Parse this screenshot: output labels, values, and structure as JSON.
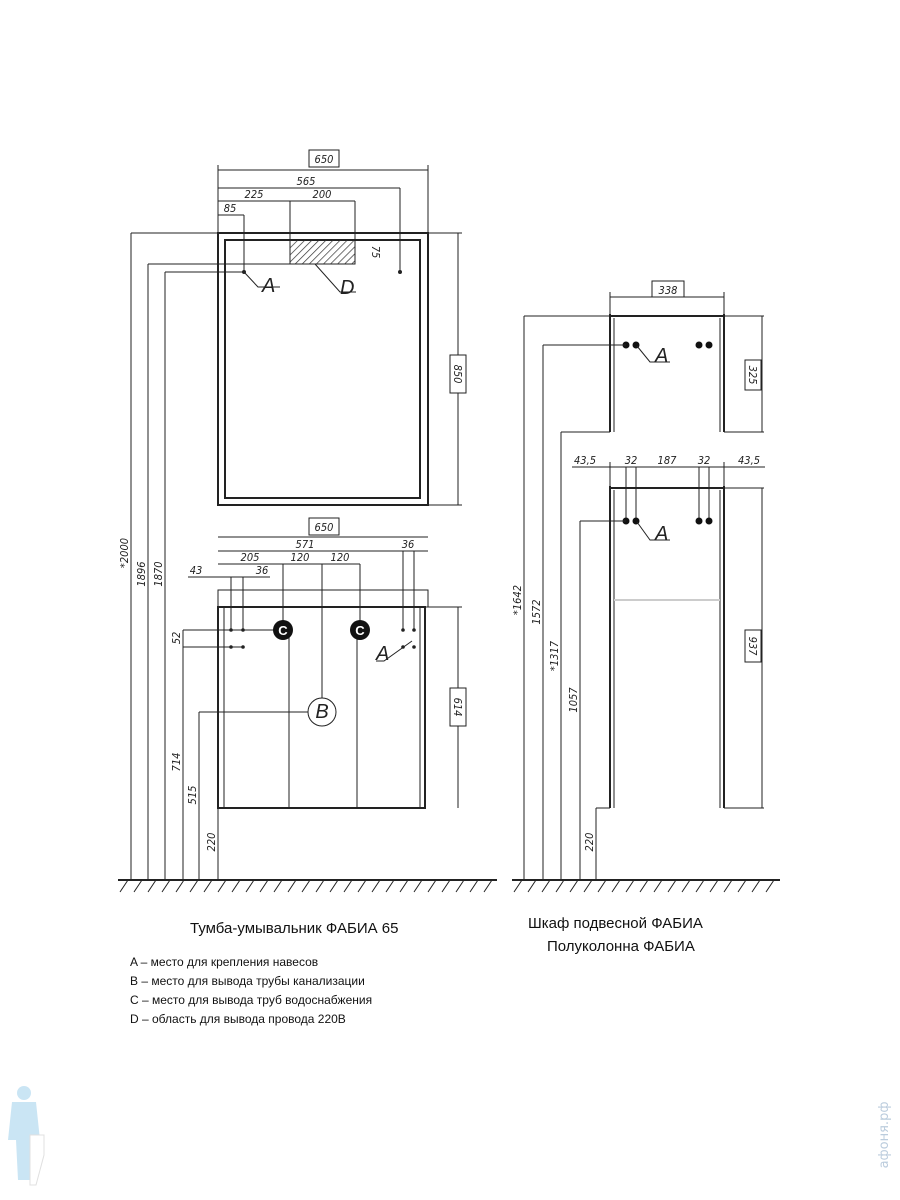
{
  "mirror": {
    "width": "650",
    "dims": [
      "565",
      "225",
      "200",
      "85"
    ],
    "height": "850",
    "wire_height": "75",
    "label_a": "A",
    "label_d": "D"
  },
  "vanity": {
    "width": "650",
    "dims": [
      "571",
      "36",
      "205",
      "120",
      "120",
      "43",
      "36"
    ],
    "height": "614",
    "label_a": "A",
    "label_b": "B",
    "label_c": "C",
    "heights": [
      "*2000",
      "1896",
      "1870",
      "52",
      "714",
      "515",
      "220"
    ]
  },
  "wall_cabinet": {
    "width": "338",
    "height": "325",
    "label_a": "A"
  },
  "half_column": {
    "dims": [
      "43,5",
      "32",
      "187",
      "32",
      "43,5"
    ],
    "height": "937",
    "label_a": "A",
    "heights": [
      "*1642",
      "1572",
      "*1317",
      "1057",
      "220"
    ]
  },
  "captions": {
    "left": "Тумба-умывальник  ФАБИА 65",
    "right_1": "Шкаф подвесной ФАБИА",
    "right_2": "Полуколонна ФАБИА"
  },
  "legend": [
    "A – место для крепления навесов",
    "B – место для вывода трубы канализации",
    "C – место для вывода труб водоснабжения",
    "D – область для вывода провода 220В"
  ],
  "watermark": "афоня.рф"
}
